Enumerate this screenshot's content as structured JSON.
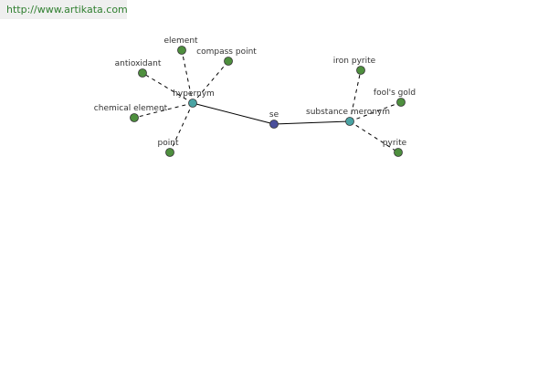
{
  "site": {
    "url": "http://www.artikata.com"
  },
  "colors": {
    "leaf_node": "#4e8f3e",
    "relation_node": "#4aa3a3",
    "center_node": "#4a4f9a",
    "node_stroke": "#333333",
    "edge": "#000000",
    "label": "#333333",
    "link": "#2f7f2f"
  },
  "graph": {
    "center": {
      "id": "se",
      "label": "se"
    },
    "relations": [
      {
        "id": "hypernym",
        "label": "hypernym"
      },
      {
        "id": "substance-meronym",
        "label": "substance meronym"
      }
    ],
    "terms": [
      {
        "id": "element",
        "label": "element",
        "relation": "hypernym"
      },
      {
        "id": "compass-point",
        "label": "compass point",
        "relation": "hypernym"
      },
      {
        "id": "antioxidant",
        "label": "antioxidant",
        "relation": "hypernym"
      },
      {
        "id": "chemical-element",
        "label": "chemical element",
        "relation": "hypernym"
      },
      {
        "id": "point",
        "label": "point",
        "relation": "hypernym"
      },
      {
        "id": "iron-pyrite",
        "label": "iron pyrite",
        "relation": "substance-meronym"
      },
      {
        "id": "fools-gold",
        "label": "fool's gold",
        "relation": "substance-meronym"
      },
      {
        "id": "pyrite",
        "label": "pyrite",
        "relation": "substance-meronym"
      }
    ]
  }
}
